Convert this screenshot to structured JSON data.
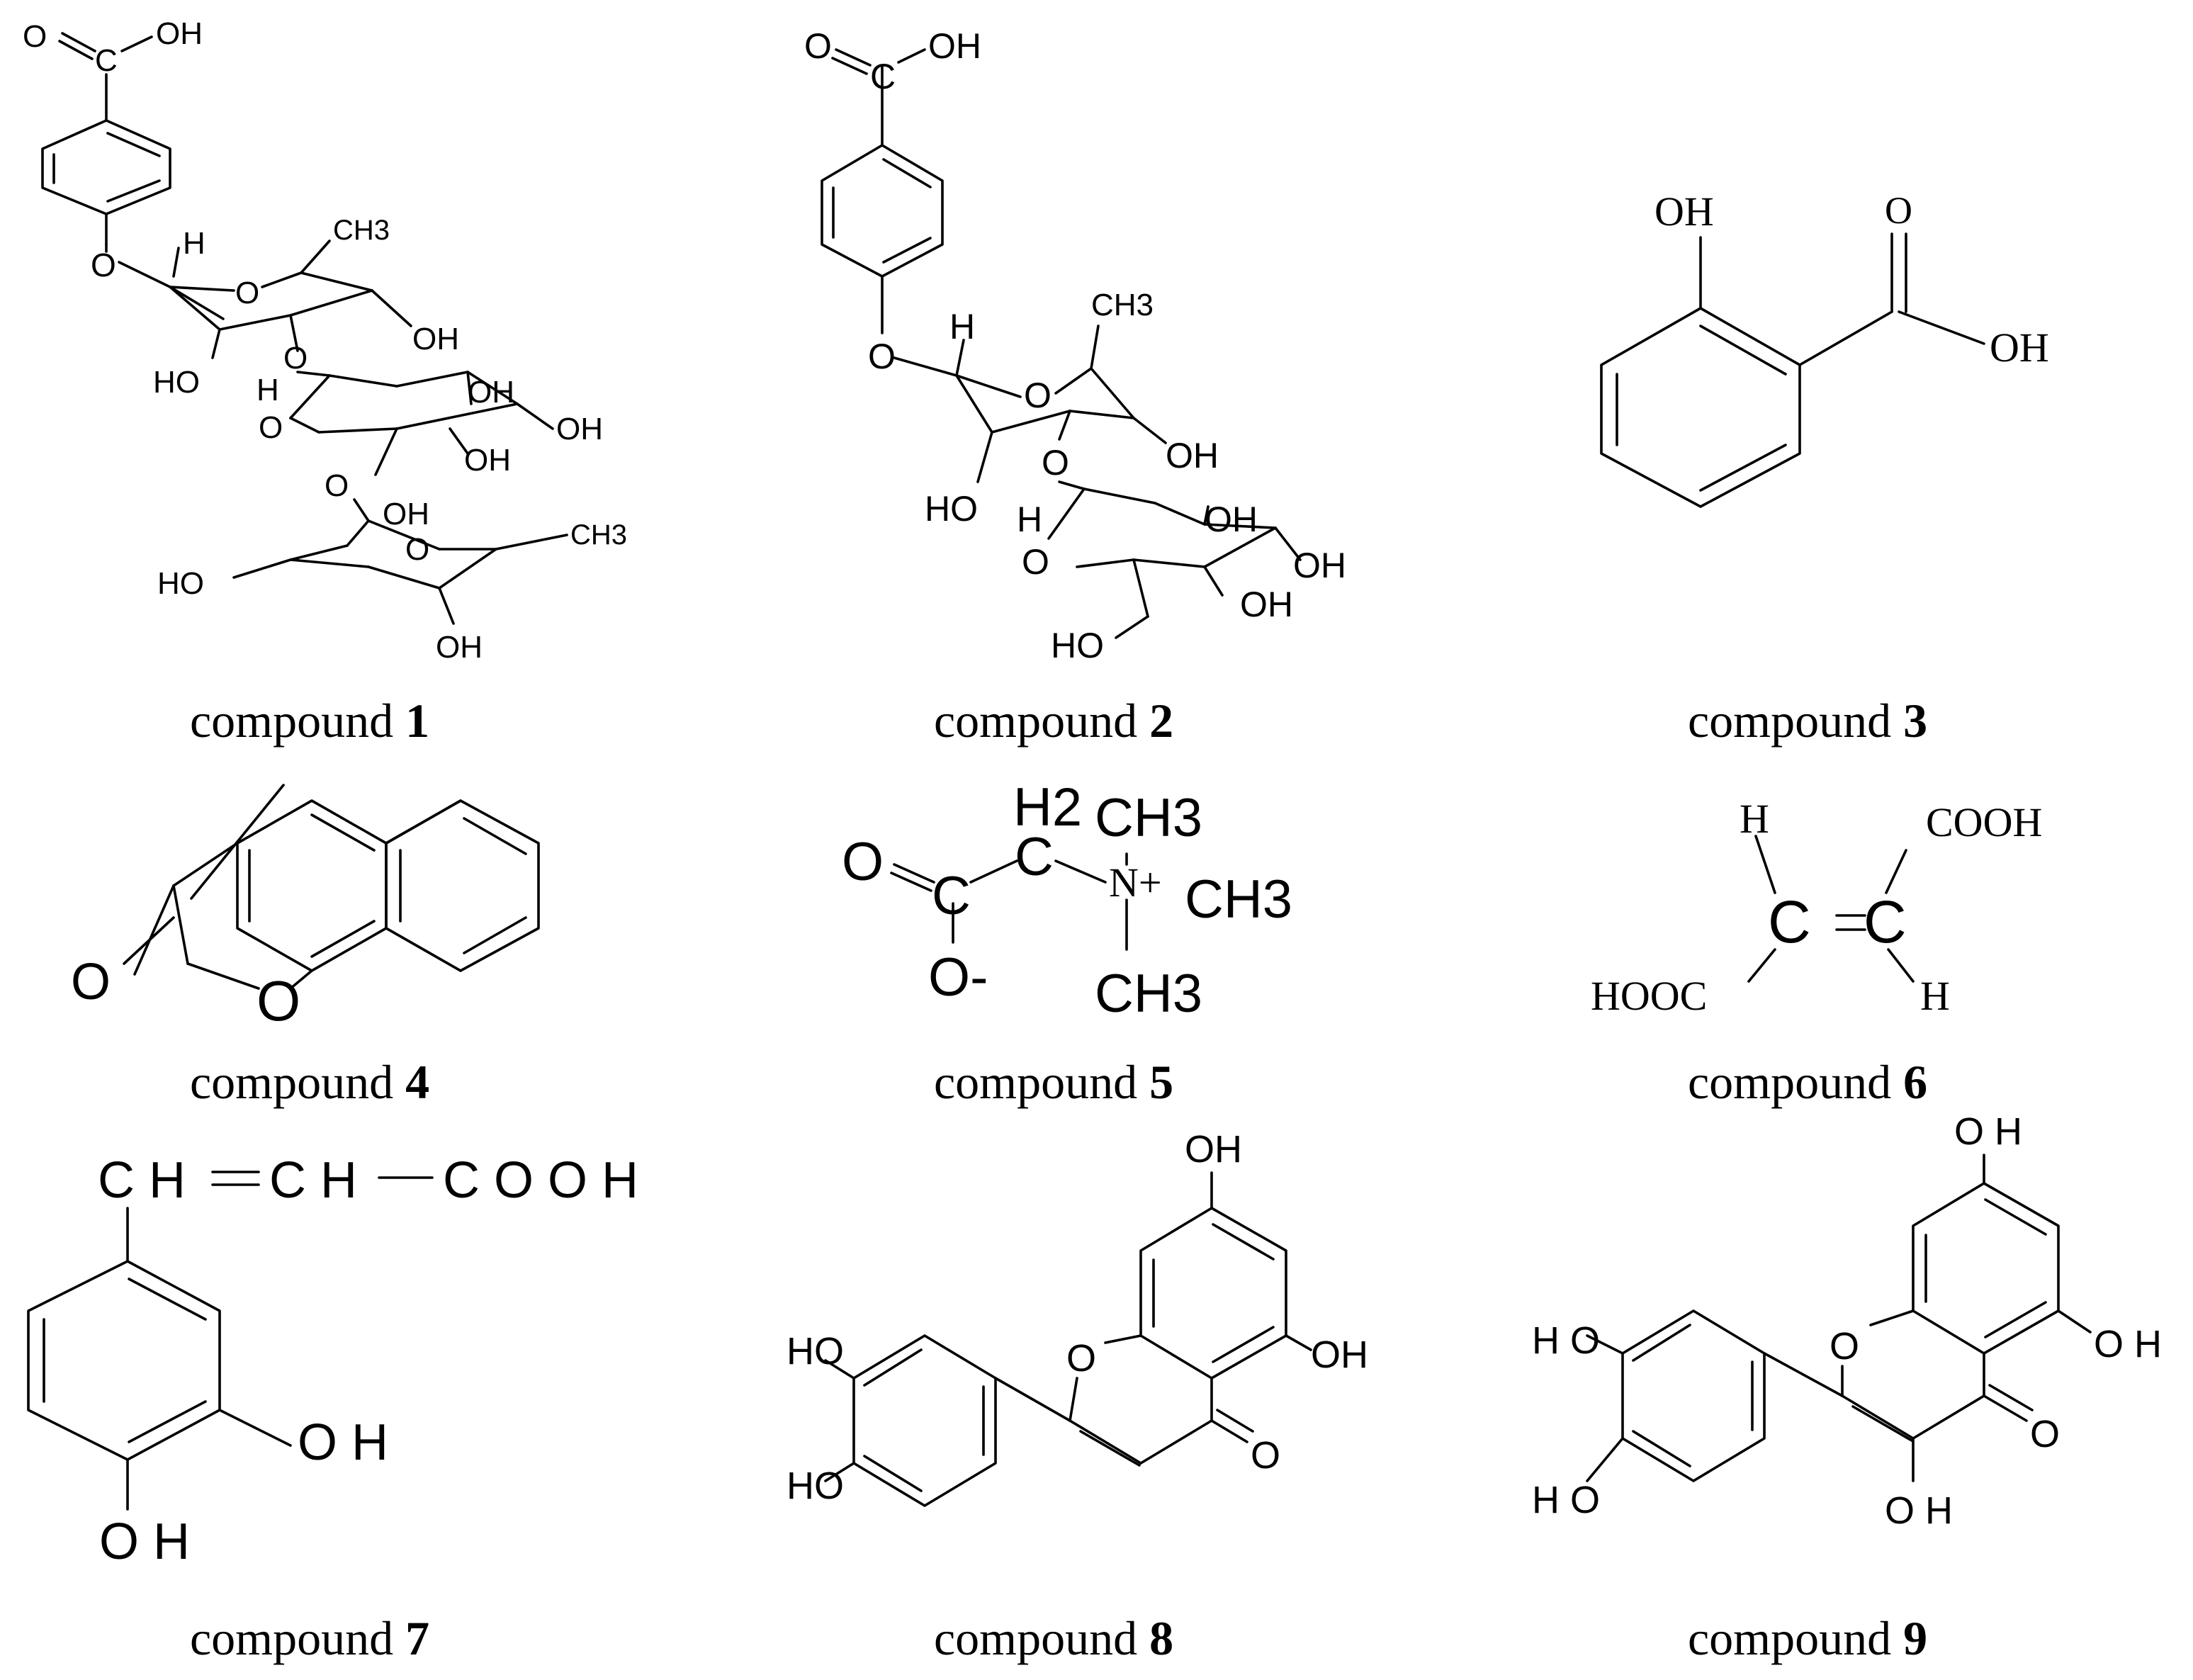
{
  "caption_word": "compound",
  "compounds": [
    {
      "number": "1",
      "labels": {
        "cooh_o": "O",
        "cooh_c": "C",
        "cooh_oh": "OH",
        "o_link": "O",
        "h_anomeric": "H",
        "ch3": "CH3",
        "ring_o": "O",
        "oh_4": "OH",
        "oh_2": "HO",
        "o_3": "O",
        "h_glc": "H",
        "glc_oh1": "OH",
        "glc_oh2": "OH",
        "glc_o1": "O",
        "glc_oh3": "OH",
        "glc_o6": "O",
        "oh_rha1": "OH",
        "rha_o": "O",
        "ch3_2": "CH3",
        "oh_rha2": "HO",
        "oh_rha3": "OH"
      }
    },
    {
      "number": "2",
      "labels": {
        "cooh_o": "O",
        "cooh_c": "C",
        "cooh_oh": "OH",
        "o_link": "O",
        "h_anomeric": "H",
        "ch3": "CH3",
        "ring_o": "O",
        "oh_4": "OH",
        "oh_2": "HO",
        "o_3": "O",
        "h_glc": "H",
        "glc_oh1": "OH",
        "glc_oh2": "OH",
        "glc_o1": "O",
        "glc_oh3": "OH",
        "glc_oh6": "HO"
      }
    },
    {
      "number": "3",
      "labels": {
        "oh_phenol": "OH",
        "o_carbonyl": "O",
        "oh_acid": "OH"
      }
    },
    {
      "number": "4",
      "labels": {
        "o_carbonyl": "O",
        "o_ring": "O"
      }
    },
    {
      "number": "5",
      "labels": {
        "o_double": "O",
        "c_carboxyl": "C",
        "o_minus": "O-",
        "h2": "H2",
        "c_methylene": "C",
        "n_plus": "N+",
        "ch3_a": "CH3",
        "ch3_b": "CH3",
        "ch3_c": "CH3"
      }
    },
    {
      "number": "6",
      "labels": {
        "h_top": "H",
        "cooh_top": "COOH",
        "c_left": "C",
        "c_right": "C",
        "hooc_bottom": "HOOC",
        "h_bottom": "H"
      }
    },
    {
      "number": "7",
      "labels": {
        "ch_1": "C H",
        "ch_2": "C H",
        "cooh": "C O O H",
        "oh_meta": "O H",
        "oh_para": "O H"
      }
    },
    {
      "number": "8",
      "labels": {
        "oh_7": "OH",
        "oh_5": "OH",
        "o_ring": "O",
        "o_keto": "O",
        "oh_3p": "HO",
        "oh_4p": "HO"
      }
    },
    {
      "number": "9",
      "labels": {
        "oh_7": "O H",
        "oh_5": "O H",
        "o_ring": "O",
        "o_keto": "O",
        "oh_3": "O H",
        "oh_3p": "H O",
        "oh_4p": "H O"
      }
    }
  ]
}
